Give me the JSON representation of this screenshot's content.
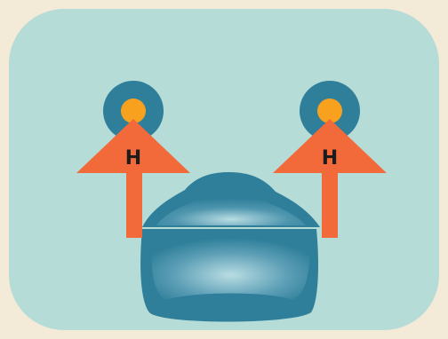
{
  "diagram": {
    "colors": {
      "paper": "#f3ead8",
      "screen": "#b6dcd8",
      "teal": "#2f7f9a",
      "teal_dark": "#236a83",
      "teal_light": "#7ab6c4",
      "arrow": "#f26a3a",
      "nucleus": "#f7a11f",
      "label": "#1c1c1c"
    },
    "arrows": [
      {
        "id": "left",
        "label": "H"
      },
      {
        "id": "right",
        "label": "H"
      }
    ]
  }
}
